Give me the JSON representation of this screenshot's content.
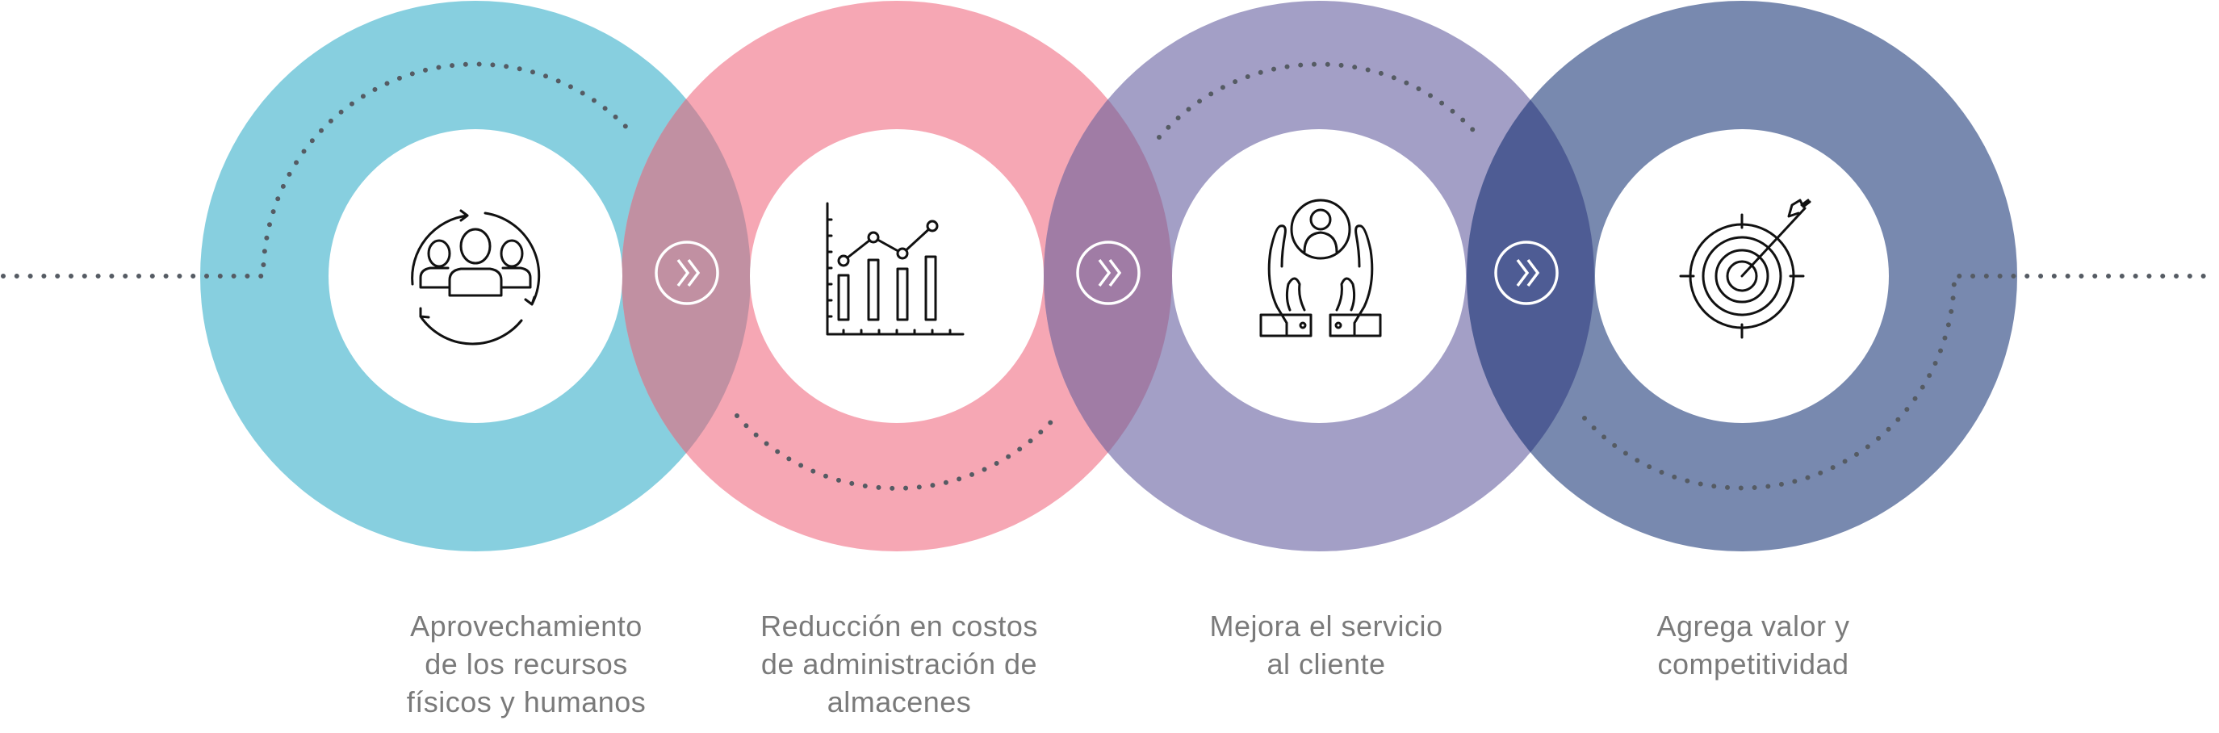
{
  "colors": {
    "step1": "#87CFDF",
    "step2": "#F6A7B4",
    "step3": "#A39FC6",
    "step4": "#7889AF",
    "overlap12": "#C190A2",
    "overlap23": "#A07CA5",
    "overlap34": "#4E5C94",
    "dots": "#555B63",
    "label": "#7A7A7A"
  },
  "steps": [
    {
      "icon": "people-cycle-icon",
      "lines": [
        "Aprovechamiento",
        "de los recursos",
        "físicos y humanos"
      ]
    },
    {
      "icon": "growth-chart-icon",
      "lines": [
        "Reducción en costos",
        "de administración de",
        "almacenes"
      ]
    },
    {
      "icon": "hands-customer-icon",
      "lines": [
        "Mejora el servicio",
        "al cliente"
      ]
    },
    {
      "icon": "target-arrow-icon",
      "lines": [
        "Agrega valor y",
        "competitividad"
      ]
    }
  ],
  "connectors": [
    "chevron-right-double-icon",
    "chevron-right-double-icon",
    "chevron-right-double-icon"
  ]
}
